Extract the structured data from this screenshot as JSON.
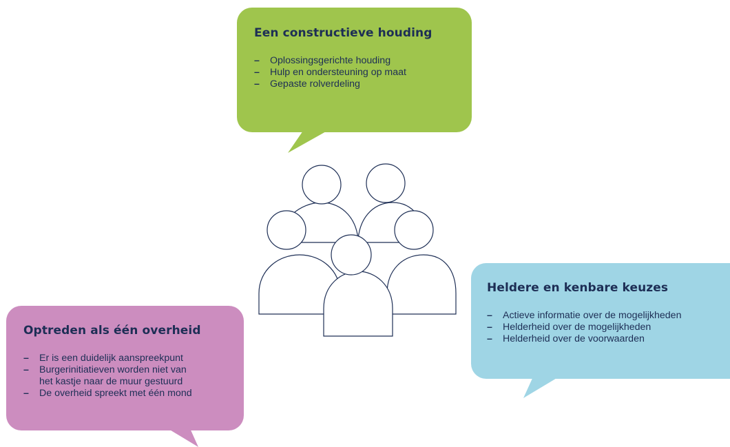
{
  "bubbles": {
    "top": {
      "title": "Een constructieve houding",
      "items": [
        "Oplossingsgerichte houding",
        "Hulp en ondersteuning op maat",
        "Gepaste rolverdeling"
      ],
      "color": "#9fc54d"
    },
    "left": {
      "title": "Optreden als één overheid",
      "items": [
        "Er is een duidelijk aanspreekpunt",
        "Burgerinitiatieven worden niet van",
        "het kastje naar de muur gestuurd",
        "De overheid spreekt met één mond"
      ],
      "color": "#cc8dbf"
    },
    "right": {
      "title": "Heldere en kenbare keuzes",
      "items": [
        "Actieve informatie over de mogelijkheden",
        "Helderheid over de mogelijkheden",
        "Helderheid over de voorwaarden"
      ],
      "color": "#9fd5e5"
    }
  },
  "dash": "–",
  "icon": "people-group-icon"
}
